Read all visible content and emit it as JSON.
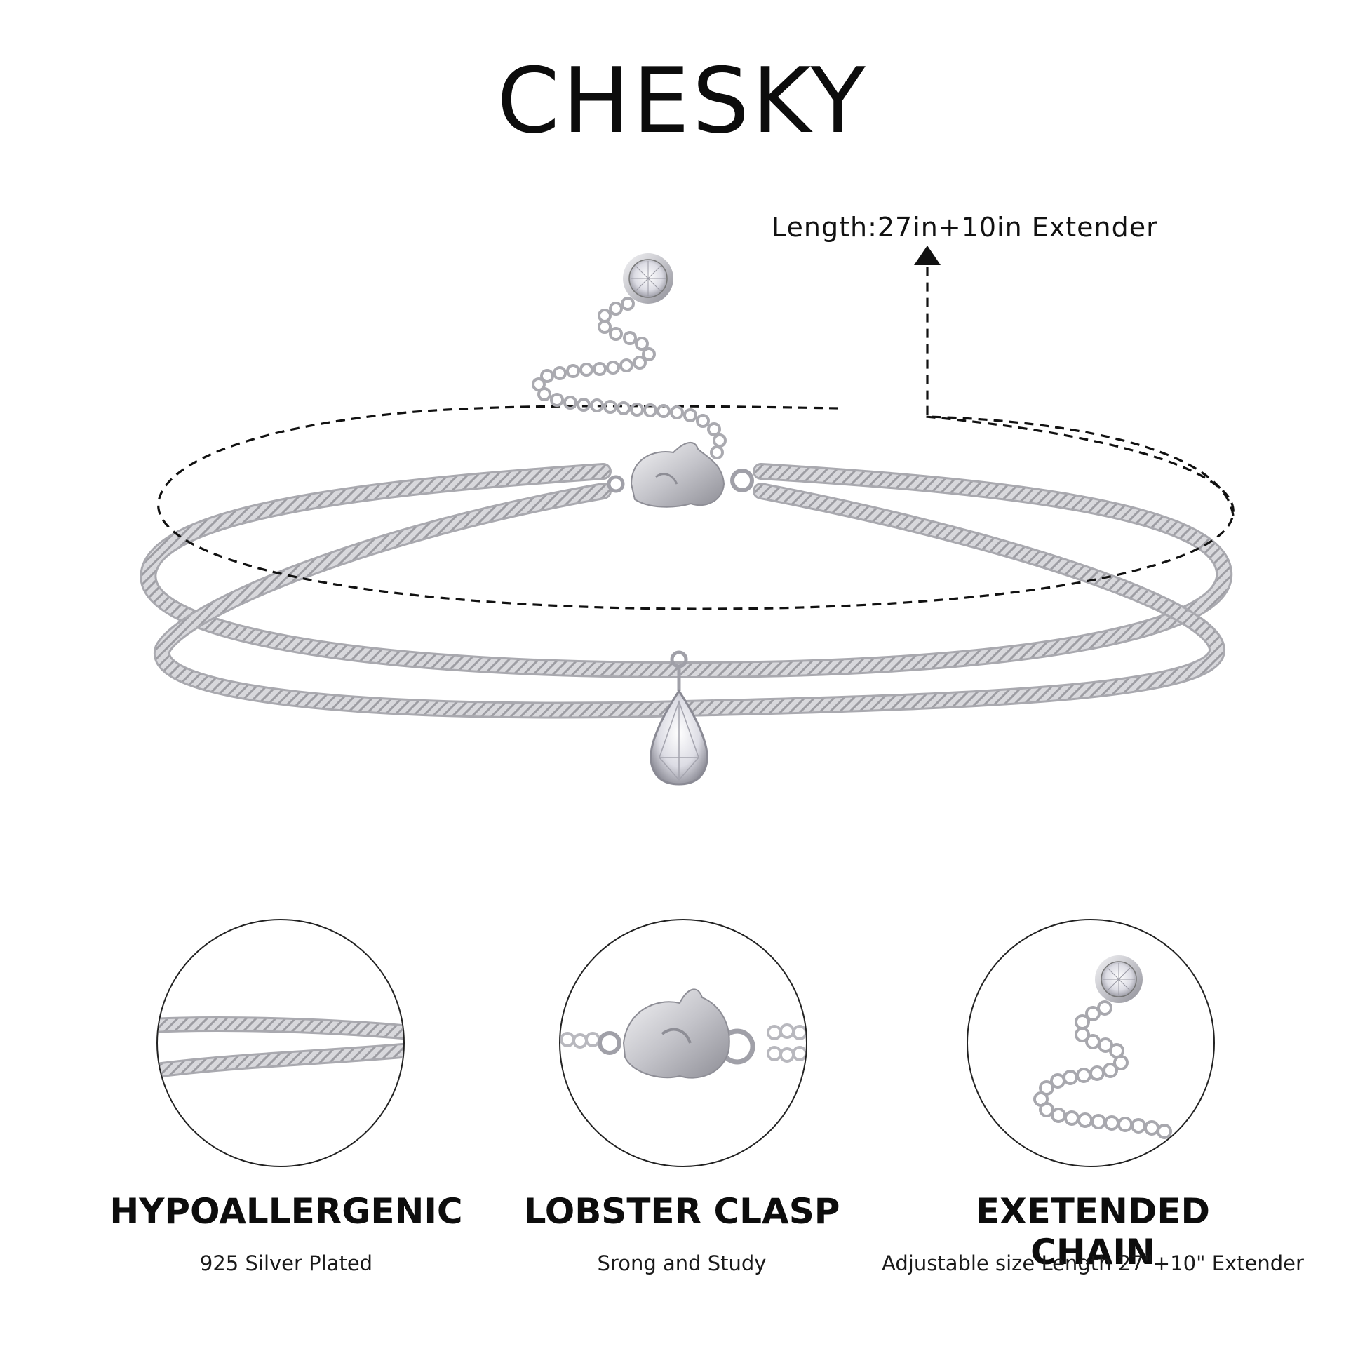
{
  "brand": "CHESKY",
  "length_label": "Length:27in+10in Extender",
  "features": [
    {
      "title": "HYPOALLERGENIC",
      "subtitle": "925 Silver Plated",
      "icon": "twisted-chain-closeup"
    },
    {
      "title": "LOBSTER CLASP",
      "subtitle": "Srong and Study",
      "icon": "lobster-clasp-closeup"
    },
    {
      "title": "EXETENDED CHAIN",
      "subtitle": "Adjustable size Length 27\"+10\" Extender",
      "icon": "extender-chain-closeup"
    }
  ],
  "colors": {
    "silver": "#c9c9cd",
    "silver_dark": "#9a9aa0",
    "dashed_line": "#111111",
    "text": "#111111"
  }
}
